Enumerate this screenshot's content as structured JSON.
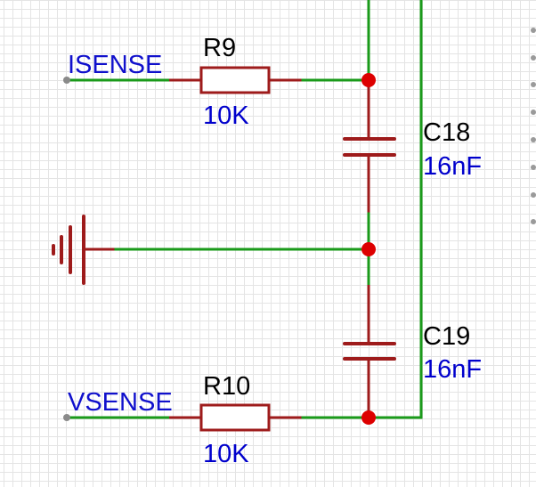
{
  "net_labels": {
    "isense": "ISENSE",
    "vsense": "VSENSE"
  },
  "components": {
    "r9": {
      "designator": "R9",
      "value": "10K"
    },
    "r10": {
      "designator": "R10",
      "value": "10K"
    },
    "c18": {
      "designator": "C18",
      "value": "16nF"
    },
    "c19": {
      "designator": "C19",
      "value": "16nF"
    }
  },
  "colors": {
    "wire": "#1a9a1a",
    "component": "#9e1b1b",
    "junction": "#dd0000",
    "designator_text": "#000000",
    "value_text": "#0000cc",
    "net_label_text": "#1010cc",
    "grid": "#e4e4e4"
  },
  "symbols": {
    "ground": "ground-icon",
    "junction": "junction-dot"
  }
}
